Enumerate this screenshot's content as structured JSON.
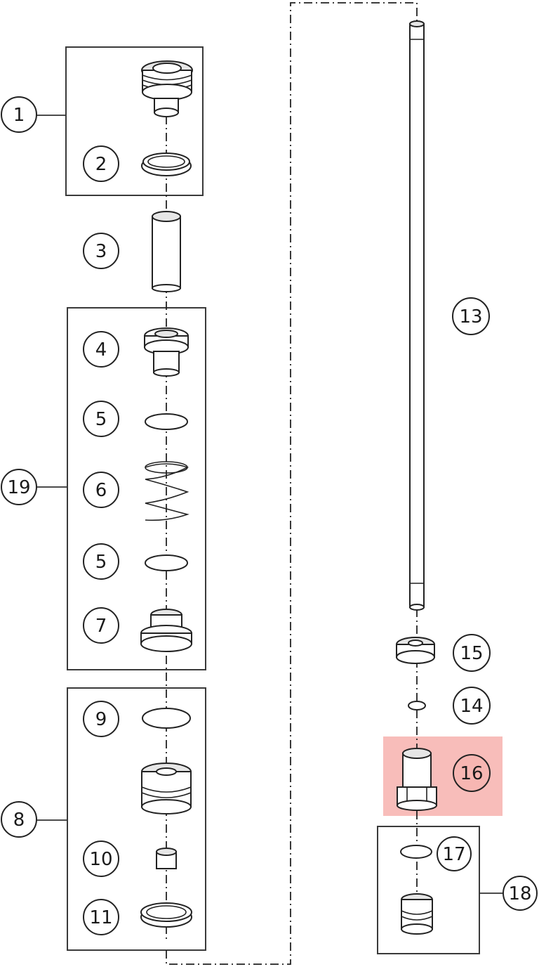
{
  "highlight_color": "#f7b6b2",
  "callouts": {
    "c1": "1",
    "c2": "2",
    "c3": "3",
    "c4": "4",
    "c5a": "5",
    "c6": "6",
    "c5b": "5",
    "c7": "7",
    "c19": "19",
    "c9": "9",
    "c8": "8",
    "c10": "10",
    "c11": "11",
    "c13": "13",
    "c15": "15",
    "c14": "14",
    "c16": "16",
    "c17": "17",
    "c18": "18"
  },
  "highlighted_callout": "16"
}
